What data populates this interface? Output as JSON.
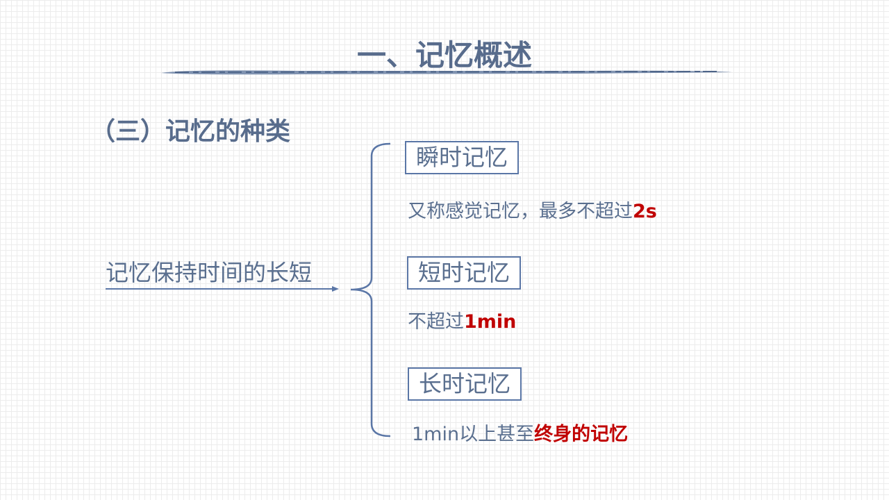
{
  "title": "一、记忆概述",
  "subtitle": "（三）记忆的种类",
  "topic": "记忆保持时间的长短",
  "items": [
    {
      "label": "瞬时记忆",
      "desc": "又称感觉记忆，最多不超过",
      "highlight": "2s"
    },
    {
      "label": "短时记忆",
      "desc": "不超过",
      "highlight": "1min"
    },
    {
      "label": "长时记忆",
      "desc": "1min以上甚至",
      "highlight": "终身的记忆"
    }
  ],
  "colors": {
    "text": "#5a6f8f",
    "accent": "#c00000",
    "border": "#5a76a6"
  }
}
